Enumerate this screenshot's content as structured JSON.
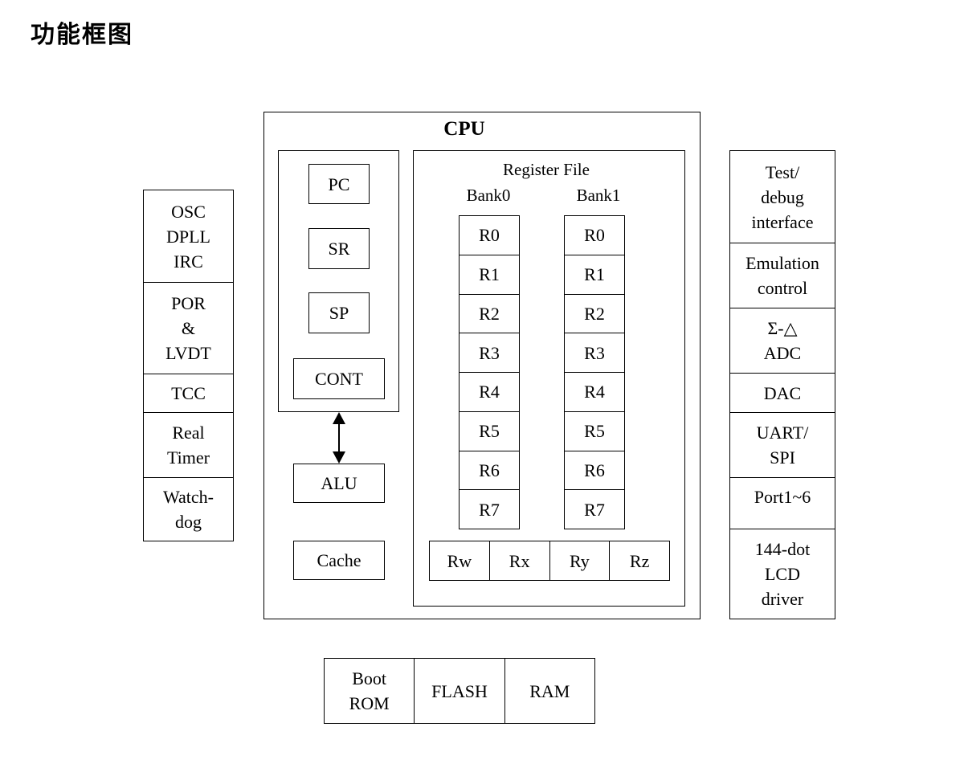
{
  "page_title": "功能框图",
  "left_blocks": [
    "OSC\nDPLL\nIRC",
    "POR\n&\nLVDT",
    "TCC",
    "Real\nTimer",
    "Watch-\ndog"
  ],
  "cpu": {
    "title": "CPU",
    "control_blocks": [
      "PC",
      "SR",
      "SP",
      "CONT"
    ],
    "alu": "ALU",
    "cache": "Cache",
    "register_file": {
      "title": "Register File",
      "bank0_title": "Bank0",
      "bank1_title": "Bank1",
      "bank0": [
        "R0",
        "R1",
        "R2",
        "R3",
        "R4",
        "R5",
        "R6",
        "R7"
      ],
      "bank1": [
        "R0",
        "R1",
        "R2",
        "R3",
        "R4",
        "R5",
        "R6",
        "R7"
      ],
      "bottom_registers": [
        "Rw",
        "Rx",
        "Ry",
        "Rz"
      ]
    }
  },
  "right_blocks": [
    "Test/\ndebug\ninterface",
    "Emulation\ncontrol",
    "Σ-△\nADC",
    "DAC",
    "UART/\nSPI",
    "Port1~6",
    "144-dot\nLCD\ndriver"
  ],
  "memory_blocks": [
    "Boot\nROM",
    "FLASH",
    "RAM"
  ]
}
